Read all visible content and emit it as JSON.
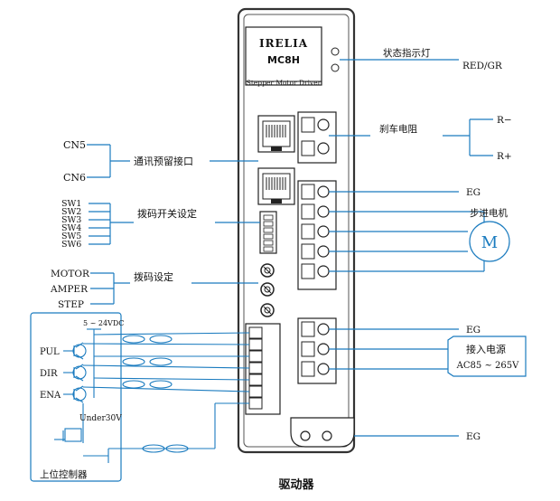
{
  "brand": {
    "logo": "IRELIA",
    "model": "MC8H",
    "subtitle": "Stepper Motor Driver"
  },
  "caption": "驱动器",
  "left_labels": {
    "cn5": "CN5",
    "cn6": "CN6",
    "comm_port": "通讯预留接口",
    "sw": [
      "SW1",
      "SW2",
      "SW3",
      "SW4",
      "SW5",
      "SW6"
    ],
    "dip_switch": "拨码开关设定",
    "motor": "MOTOR",
    "amper": "AMPER",
    "step": "STEP",
    "dial_setting": "拨码设定"
  },
  "controller": {
    "voltage": "5 ~ 24VDC",
    "pul": "PUL",
    "dir": "DIR",
    "ena": "ENA",
    "under": "Under30V",
    "title": "上位控制器"
  },
  "right_labels": {
    "status_light": "状态指示灯",
    "red_gr": "RED/GR",
    "brake_resistor": "刹车电阻",
    "r_minus": "R−",
    "r_plus": "R+",
    "eg_top": "EG",
    "stepper_motor": "步进电机",
    "motor_symbol": "M",
    "eg_mid": "EG",
    "power_in": "接入电源",
    "ac_range": "AC85 ~ 265V",
    "eg_bottom": "EG"
  }
}
